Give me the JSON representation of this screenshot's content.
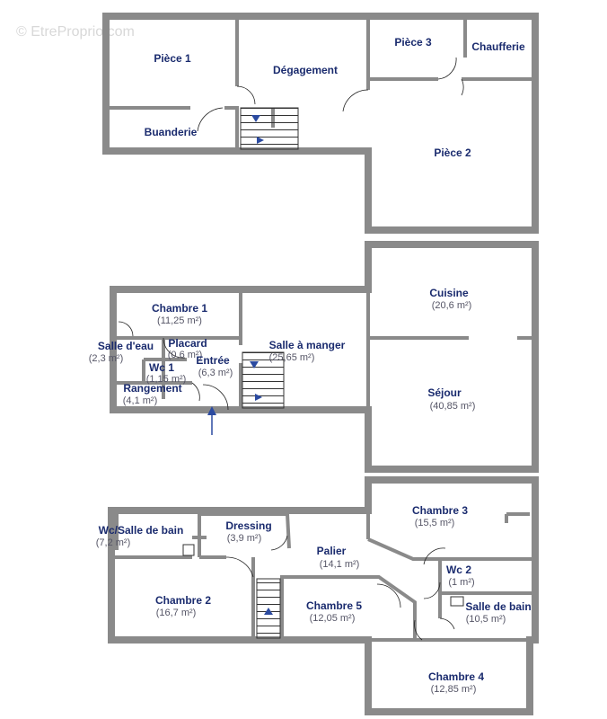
{
  "watermark": "© EtreProprio.com",
  "floors": [
    {
      "rooms": [
        {
          "name": "Pièce 1",
          "area": ""
        },
        {
          "name": "Dégagement",
          "area": ""
        },
        {
          "name": "Pièce 3",
          "area": ""
        },
        {
          "name": "Chaufferie",
          "area": ""
        },
        {
          "name": "Buanderie",
          "area": ""
        },
        {
          "name": "Pièce 2",
          "area": ""
        }
      ]
    },
    {
      "rooms": [
        {
          "name": "Chambre 1",
          "area": "(11,25 m²)"
        },
        {
          "name": "Cuisine",
          "area": "(20,6 m²)"
        },
        {
          "name": "Salle d'eau",
          "area": "(2,3 m²)"
        },
        {
          "name": "Placard",
          "area": "(0,6 m²)"
        },
        {
          "name": "Salle à manger",
          "area": "(25,65 m²)"
        },
        {
          "name": "Entrée",
          "area": "(6,3 m²)"
        },
        {
          "name": "Wc 1",
          "area": "(1,15 m²)"
        },
        {
          "name": "Rangement",
          "area": "(4,1 m²)"
        },
        {
          "name": "Séjour",
          "area": "(40,85 m²)"
        }
      ]
    },
    {
      "rooms": [
        {
          "name": "Chambre 3",
          "area": "(15,5 m²)"
        },
        {
          "name": "Wc/Salle de bain",
          "area": "(7,2 m²)"
        },
        {
          "name": "Dressing",
          "area": "(3,9 m²)"
        },
        {
          "name": "Palier",
          "area": "(14,1 m²)"
        },
        {
          "name": "Wc 2",
          "area": "(1 m²)"
        },
        {
          "name": "Chambre 2",
          "area": "(16,7 m²)"
        },
        {
          "name": "Chambre 5",
          "area": "(12,05 m²)"
        },
        {
          "name": "Salle de bain",
          "area": "(10,5 m²)"
        },
        {
          "name": "Chambre 4",
          "area": "(12,85 m²)"
        }
      ]
    }
  ]
}
